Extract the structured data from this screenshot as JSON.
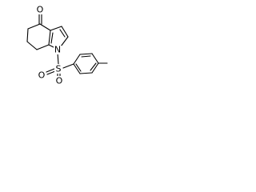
{
  "molecule": {
    "atoms": {
      "oxygen_carbonyl": "O",
      "nitrogen": "N",
      "sulfur": "S",
      "oxygen_sulfonyl_upper": "O",
      "oxygen_sulfonyl_lower": "O"
    }
  }
}
